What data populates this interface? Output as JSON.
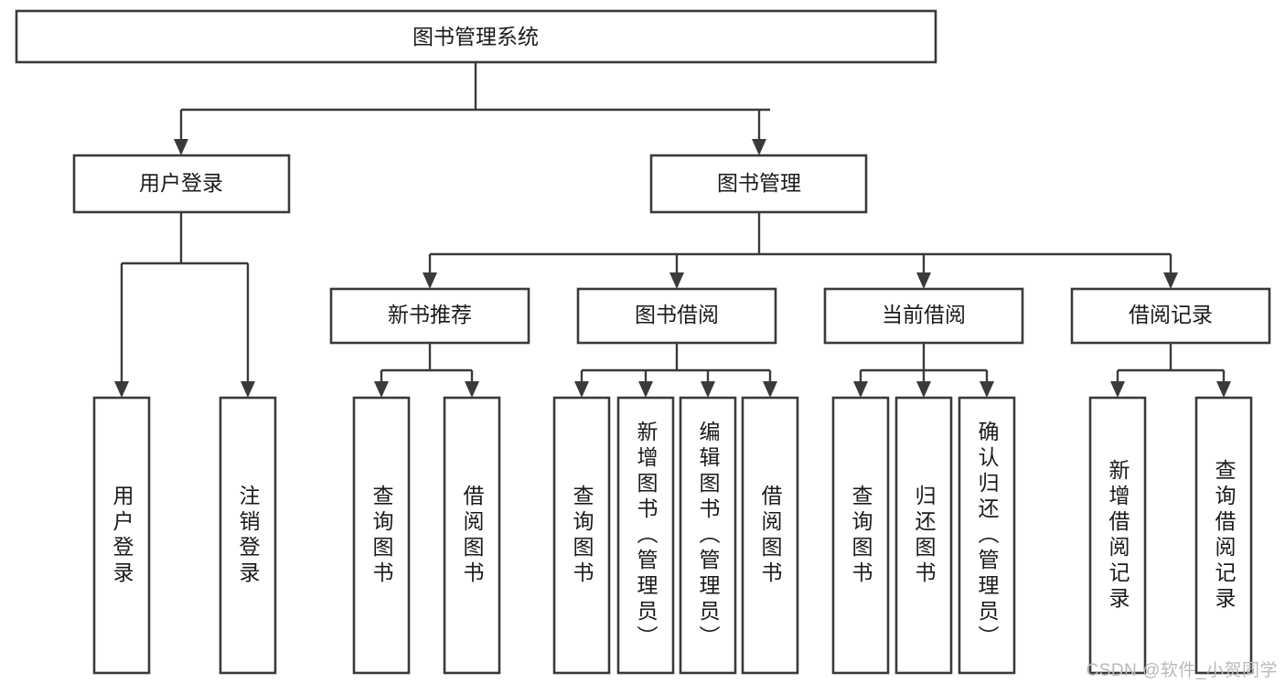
{
  "diagram": {
    "title": "图书管理系统",
    "type": "tree-hierarchy-diagram",
    "colors": {
      "box_stroke": "#3a3a3a",
      "box_fill": "#ffffff",
      "text": "#1a1a1a",
      "background": "#ffffff",
      "watermark": "#b9b9b9"
    },
    "root": {
      "label": "图书管理系统"
    },
    "level2": [
      {
        "label": "用户登录"
      },
      {
        "label": "图书管理"
      }
    ],
    "level3": [
      {
        "label": "新书推荐"
      },
      {
        "label": "图书借阅"
      },
      {
        "label": "当前借阅"
      },
      {
        "label": "借阅记录"
      }
    ],
    "leaves": {
      "user_login": [
        {
          "label": "用户登录"
        },
        {
          "label": "注销登录"
        }
      ],
      "new_book_recommend": [
        {
          "label": "查询图书"
        },
        {
          "label": "借阅图书"
        }
      ],
      "book_borrow": [
        {
          "label": "查询图书"
        },
        {
          "label": "新增图书（管理员）"
        },
        {
          "label": "编辑图书（管理员）"
        },
        {
          "label": "借阅图书"
        }
      ],
      "current_borrow": [
        {
          "label": "查询图书"
        },
        {
          "label": "归还图书"
        },
        {
          "label": "确认归还（管理员）"
        }
      ],
      "borrow_record": [
        {
          "label": "新增借阅记录"
        },
        {
          "label": "查询借阅记录"
        }
      ]
    },
    "watermark": "CSDN @软件_小贺同学"
  }
}
